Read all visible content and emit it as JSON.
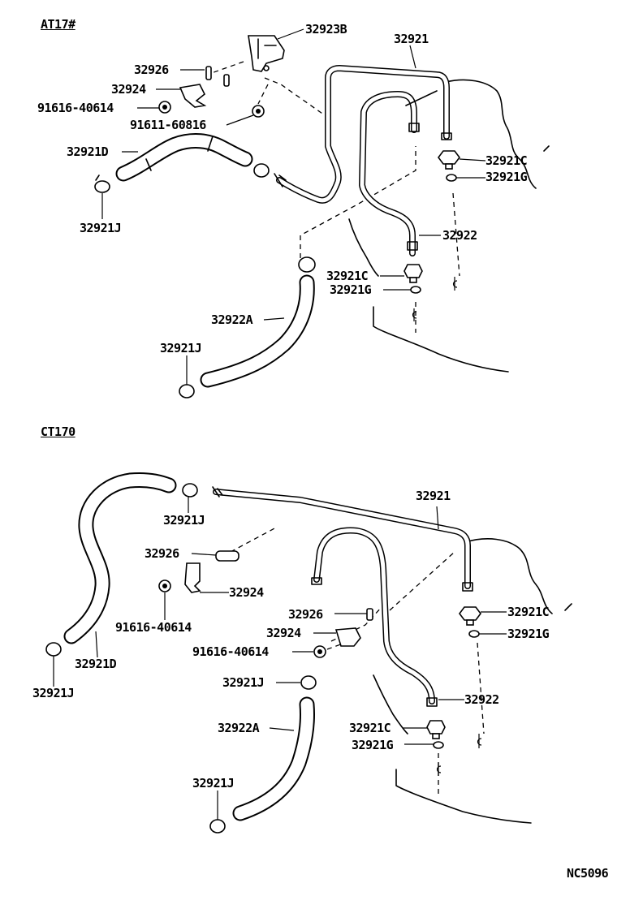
{
  "diagram_id": "NC5096",
  "sections": [
    {
      "title": "AT17#",
      "labels": {
        "bracket": "32923B",
        "pipe_main": "32921",
        "sleeve": "32926",
        "clamp_bracket": "32924",
        "bolt": "91616-40614",
        "nut": "91611-60816",
        "hose_d": "32921D",
        "clamp_j_left": "32921J",
        "union_bolt_c_right": "32921C",
        "gasket_g_right": "32921G",
        "pipe_return": "32922",
        "union_bolt_c_center": "32921C",
        "gasket_g_center": "32921G",
        "hose_a": "32922A",
        "clamp_j_lower": "32921J"
      }
    },
    {
      "title": "CT170",
      "labels": {
        "pipe_main": "32921",
        "clamp_j_top": "32921J",
        "sleeve_left": "32926",
        "clamp_bracket_left": "32924",
        "bolt_left": "91616-40614",
        "hose_d": "32921D",
        "clamp_j_left": "32921J",
        "union_bolt_c_right": "32921C",
        "sleeve_center": "32926",
        "gasket_g_right": "32921G",
        "clamp_bracket_center": "32924",
        "bolt_center": "91616-40614",
        "clamp_j_center": "32921J",
        "pipe_return": "32922",
        "hose_a": "32922A",
        "union_bolt_c_center": "32921C",
        "gasket_g_center": "32921G",
        "clamp_j_lower": "32921J"
      }
    }
  ]
}
